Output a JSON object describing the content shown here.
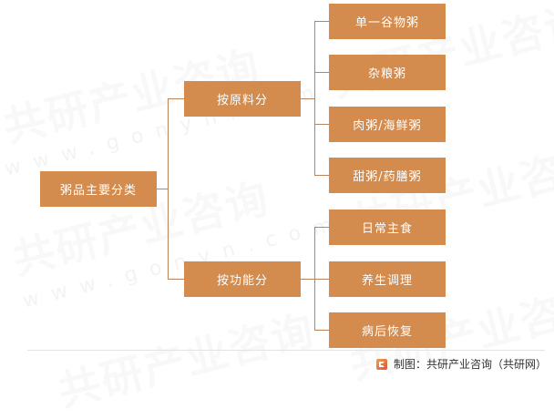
{
  "diagram": {
    "root": {
      "label": "粥品主要分类"
    },
    "branches": [
      {
        "label": "按原料分",
        "children": [
          {
            "label": "单一谷物粥"
          },
          {
            "label": "杂粮粥"
          },
          {
            "label": "肉粥/海鲜粥"
          },
          {
            "label": "甜粥/药膳粥"
          }
        ]
      },
      {
        "label": "按功能分",
        "children": [
          {
            "label": "日常主食"
          },
          {
            "label": "养生调理"
          },
          {
            "label": "病后恢复"
          }
        ]
      }
    ]
  },
  "footer": {
    "source": "制图：共研产业咨询（共研网）"
  },
  "watermark": {
    "brand": "共研产业咨询",
    "url": "www.gonyn.com"
  },
  "colors": {
    "node": "#d38b4e",
    "connector": "#b9845c",
    "node_text": "#ffffff"
  }
}
